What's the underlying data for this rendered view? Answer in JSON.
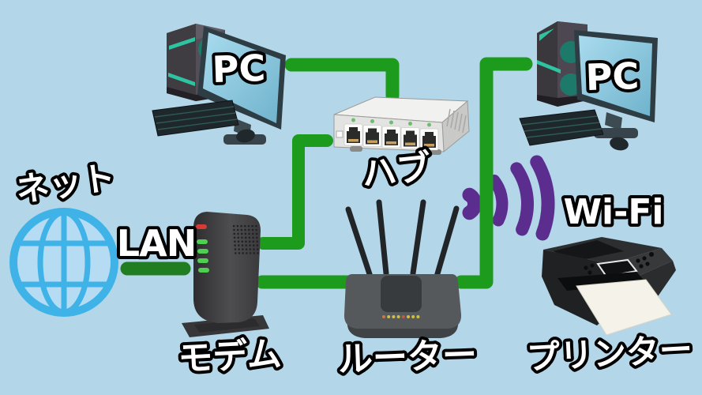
{
  "diagram": {
    "background_color": "#b3d7e9",
    "cable_color": "#1d9b1d",
    "lan_cable_color": "#217d21",
    "wifi_color": "#5b2d8f",
    "globe_stroke_color": "#3fb3e8",
    "globe_fill_color": "#b5dcf2"
  },
  "labels": {
    "internet": "ネット",
    "lan": "LAN",
    "modem": "モデム",
    "hub": "ハブ",
    "router": "ルーター",
    "wifi": "Wi-Fi",
    "printer": "プリンター",
    "pc_left": "PC",
    "pc_right": "PC"
  },
  "hub": {
    "port_count": 5,
    "led_color": "#6cbf6c"
  },
  "modem": {
    "status_leds": [
      "#d63b35",
      "#4fcf4f",
      "#4fcf4f",
      "#4fcf4f",
      "#4fcf4f"
    ]
  },
  "router": {
    "led_colors": [
      "#cc7744",
      "#cfc040",
      "#cfc040",
      "#cfc040",
      "#cc5544",
      "#cfc040",
      "#cfc040",
      "#cfc040"
    ]
  },
  "icons": {
    "globe-icon": "internet globe",
    "desktop-pc-icon": "desktop computer with monitor, keyboard and mouse",
    "hub-icon": "5-port network hub",
    "modem-icon": "modem tower with status leds",
    "router-icon": "wireless router with 4 antennas",
    "printer-icon": "printer with paper output",
    "wifi-signal-icon": "purple radio waves"
  }
}
